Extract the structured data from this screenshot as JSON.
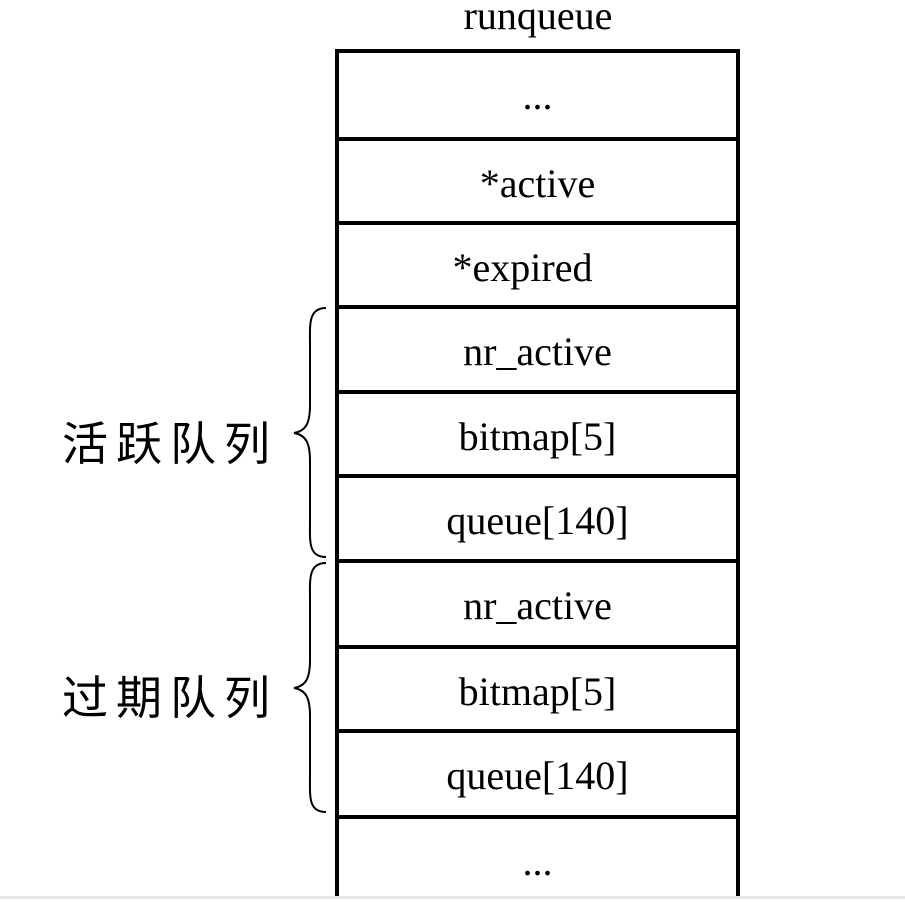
{
  "title": "runqueue",
  "fields": [
    "...",
    "*active",
    "*expired",
    "nr_active",
    "bitmap[5]",
    "queue[140]",
    "nr_active",
    "bitmap[5]",
    "queue[140]",
    "..."
  ],
  "groups": {
    "active": {
      "label": "活跃队列"
    },
    "expired": {
      "label": "过期队列"
    }
  }
}
